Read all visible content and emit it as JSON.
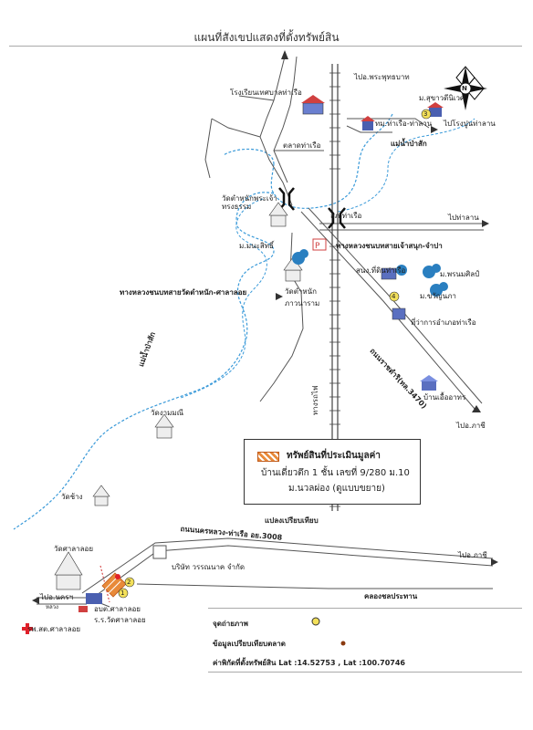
{
  "title": "แผนที่สังเขปแสดงที่ตั้งทรัพย์สิน",
  "labels": {
    "to_phra_phutthabat": "ไปอ.พระพุทธบาท",
    "school": "โรงเรียนเทศบาลท่าเรือ",
    "m_sukhawan": "ม.สุขาวดีนิเวศ",
    "tha_rua_municipality": "ทม.ท่าเรือ-ท่าลาน",
    "to_cement_plant": "ไปโรงปูนท่าลาน",
    "tha_rua_market": "ตลาดท่าเรือ",
    "pasak_river": "แม่น้ำป่าสัก",
    "wat_tamnak": "วัดตำหนักพระเจ้าทรงธรรม",
    "police": "สภ.ท่าเรือ",
    "to_tha_lan": "ไปท่าลาน",
    "m_nongsatit": "ม.มนะสิทธิ์",
    "highway_chaosanuk": "ทางหลวงชนบทสายเจ้าสนุก-จำปา",
    "post_office": "สนง.ที่ดินท่าเรือ",
    "m_phornsamutr": "ม.พรนมศิลป์",
    "m_kanchana": "ม.ขวัญนภา",
    "highway_wat_tamnak": "ทางหลวงชนบทสายวัดตำหนัก-ศาลาลอย",
    "wat_tamnak_nua": "วัดตำหนัก",
    "phatthanaram": "ภาวนาราม",
    "district_office": "ที่ว่าการอำเภอท่าเรือ",
    "road_3470": "ถนนราชดำริ(ทล.3470)",
    "ban_settakit": "บ้านเอื้ออาทร",
    "river_pasak_2": "แม่น้ำป่าสัก",
    "railway": "ทางรถไฟ",
    "to_phachi_1": "ไปอ.ภาชี",
    "wat_ngam_mani": "วัดงามมณี",
    "wat_chang": "วัดช้าง",
    "plaeng": "แปลงเปรียบเทียบ",
    "road_3008": "ถนนนครหลวง-ท่าเรือ อย.3008",
    "wat_sala_loi": "วัดศาลาลอย",
    "company": "บริษัท วรรณนาค จำกัด",
    "to_phachi_2": "ไปอ.ภาชี",
    "to_nakhon": "ไปอ.นครฯ",
    "khlong": "คลองชลประทาน",
    "school_sala": "อบต.ศาลาลอย",
    "hospital": "รพ.สต.ศาลาลอย",
    "wat_sala_loi_2": "ร.ร.วัดศาลาลอย",
    "tiny_1": "หลวง",
    "marker_1": "1",
    "marker_2": "2",
    "marker_3": "3",
    "marker_4": "4",
    "parking": "P",
    "north": "N"
  },
  "legend": {
    "title": "ทรัพย์สินที่ประเมินมูลค่า",
    "line1": "บ้านเดี่ยวตึก 1 ชั้น เลขที่ 9/280 ม.10",
    "line2": "ม.นวลผ่อง (ดูแบบขยาย)"
  },
  "footer": {
    "photo_point": "จุดถ่ายภาพ",
    "comparison": "ข้อมูลเปรียบเทียบตลาด",
    "coords": "ค่าพิกัดที่ตั้งทรัพย์สิน Lat :14.52753 , Lat :100.70746"
  },
  "colors": {
    "river": "#3a9ad9",
    "road": "#555555",
    "rail": "#444444",
    "property": "#e88a3a",
    "hospital": "#e0202a"
  }
}
